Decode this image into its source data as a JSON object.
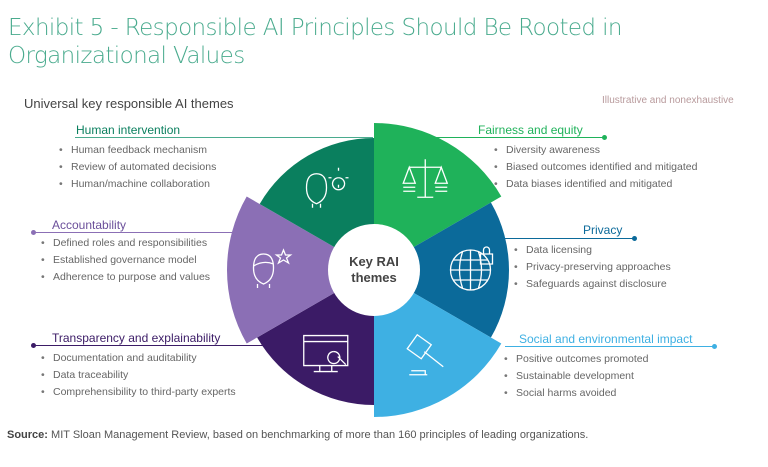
{
  "title": "Exhibit 5 - Responsible AI Principles Should Be Rooted in Organizational Values",
  "subtitle": "Universal key responsible AI themes",
  "note": "Illustrative and nonexhaustive",
  "center": {
    "line1": "Key RAI",
    "line2": "themes"
  },
  "themes": [
    {
      "label": "Fairness and equity",
      "color": "#1fb25a",
      "icon": "scales-icon",
      "items": [
        "Diversity awareness",
        "Biased outcomes identified and mitigated",
        "Data biases identified and mitigated"
      ]
    },
    {
      "label": "Privacy",
      "color": "#0b6a9a",
      "icon": "globe-lock-icon",
      "items": [
        "Data licensing",
        "Privacy-preserving approaches",
        "Safeguards against disclosure"
      ]
    },
    {
      "label": "Social and environmental impact",
      "color": "#3eb0e3",
      "icon": "gavel-icon",
      "items": [
        "Positive outcomes promoted",
        "Sustainable development",
        "Social harms avoided"
      ]
    },
    {
      "label": "Transparency and explainability",
      "color": "#3b1b66",
      "icon": "monitor-search-icon",
      "items": [
        "Documentation and auditability",
        "Data traceability",
        "Comprehensibility to third-party experts"
      ]
    },
    {
      "label": "Accountability",
      "color": "#8b6fb5",
      "icon": "person-star-icon",
      "items": [
        "Defined roles and responsibilities",
        "Established governance model",
        "Adherence to purpose and values"
      ]
    },
    {
      "label": "Human intervention",
      "color": "#0a7f5e",
      "icon": "head-gear-icon",
      "items": [
        "Human feedback mechanism",
        "Review of automated decisions",
        "Human/machine collaboration"
      ]
    }
  ],
  "source": {
    "label": "Source:",
    "text": " MIT Sloan Management Review, based on benchmarking of more than 160 principles of leading organizations."
  }
}
